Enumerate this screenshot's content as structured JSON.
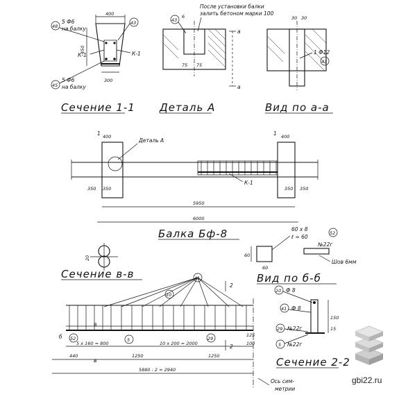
{
  "titles": {
    "section_1_1": "Сечение 1-1",
    "detail_a": "Деталь А",
    "view_a_a": "Вид по а-а",
    "beam_name": "Балка Бф-8",
    "section_v_v": "Сечение в-в",
    "view_b_b": "Вид по б-б",
    "section_2_2": "Сечение 2-2"
  },
  "section_1_1": {
    "callout_48": "48",
    "callout_48_text": "5 Ф6",
    "callout_48_sub": "на балку",
    "callout_43": "43",
    "callout_45": "45",
    "callout_45_text": "5 Ф6",
    "callout_45_sub": "на балку",
    "dim_top": "400",
    "dim_bottom": "300",
    "dim_height": "450",
    "label_k1_left": "К-1",
    "label_k1_right": "К-1"
  },
  "detail_a": {
    "callout_43": "43",
    "dim_6": "6",
    "note_line1": "После установки балки",
    "note_line2": "залить бетоном марки 100",
    "dim_75": "75",
    "dim_75b": "75",
    "axis_a_top": "а",
    "axis_a_bottom": "а"
  },
  "view_a_a": {
    "dim_30_1": "30",
    "dim_30_2": "30",
    "label_rebar": "1 Ф12",
    "callout_43": "43"
  },
  "beam": {
    "detail_label": "Деталь А",
    "mark_1_left": "1",
    "mark_1_right": "1",
    "dim_400_left": "400",
    "dim_400_right": "400",
    "dim_350_left": "350",
    "dim_350_left2": "350",
    "dim_350_right": "350",
    "dim_350_right2": "350",
    "label_k1": "К-1",
    "dim_5950": "5950",
    "dim_6000": "6000"
  },
  "section_v_v": {
    "dim_20": "20"
  },
  "view_b_b": {
    "dim_60x8": "60 х 8",
    "dim_l60": "ℓ = 60",
    "callout_52": "52",
    "label_n22": "№22г",
    "label_weld": "Шов 6мм",
    "dim_60_a": "60",
    "dim_60_b": "60"
  },
  "frame": {
    "callout_41": "41",
    "callout_10": "10",
    "callout_5": "5",
    "callout_29": "29",
    "callout_52": "52",
    "mark_2_top": "2",
    "mark_2_bottom": "2",
    "mark_b": "б",
    "mark_v_top": "в",
    "mark_v_bottom": "в",
    "dim_160": "5 х 160 = 800",
    "dim_200": "10 х 200 = 2000",
    "dim_125": "125",
    "dim_100": "100",
    "dim_440": "440",
    "dim_1250_a": "1250",
    "dim_1250_b": "1250",
    "dim_total": "5880 : 2 = 2940",
    "axis_note_1": "Ось сим-",
    "axis_note_2": "метрии"
  },
  "section_2_2": {
    "item_10": "10",
    "item_10_text": "Ф 8",
    "item_41": "41",
    "item_41_text": "Ф 8",
    "item_29": "29",
    "item_29_text": "№22г",
    "item_5": "5",
    "item_5_text": "№22г",
    "dim_150": "150",
    "dim_15": "15"
  },
  "watermark": {
    "site": "gbi22.ru"
  }
}
